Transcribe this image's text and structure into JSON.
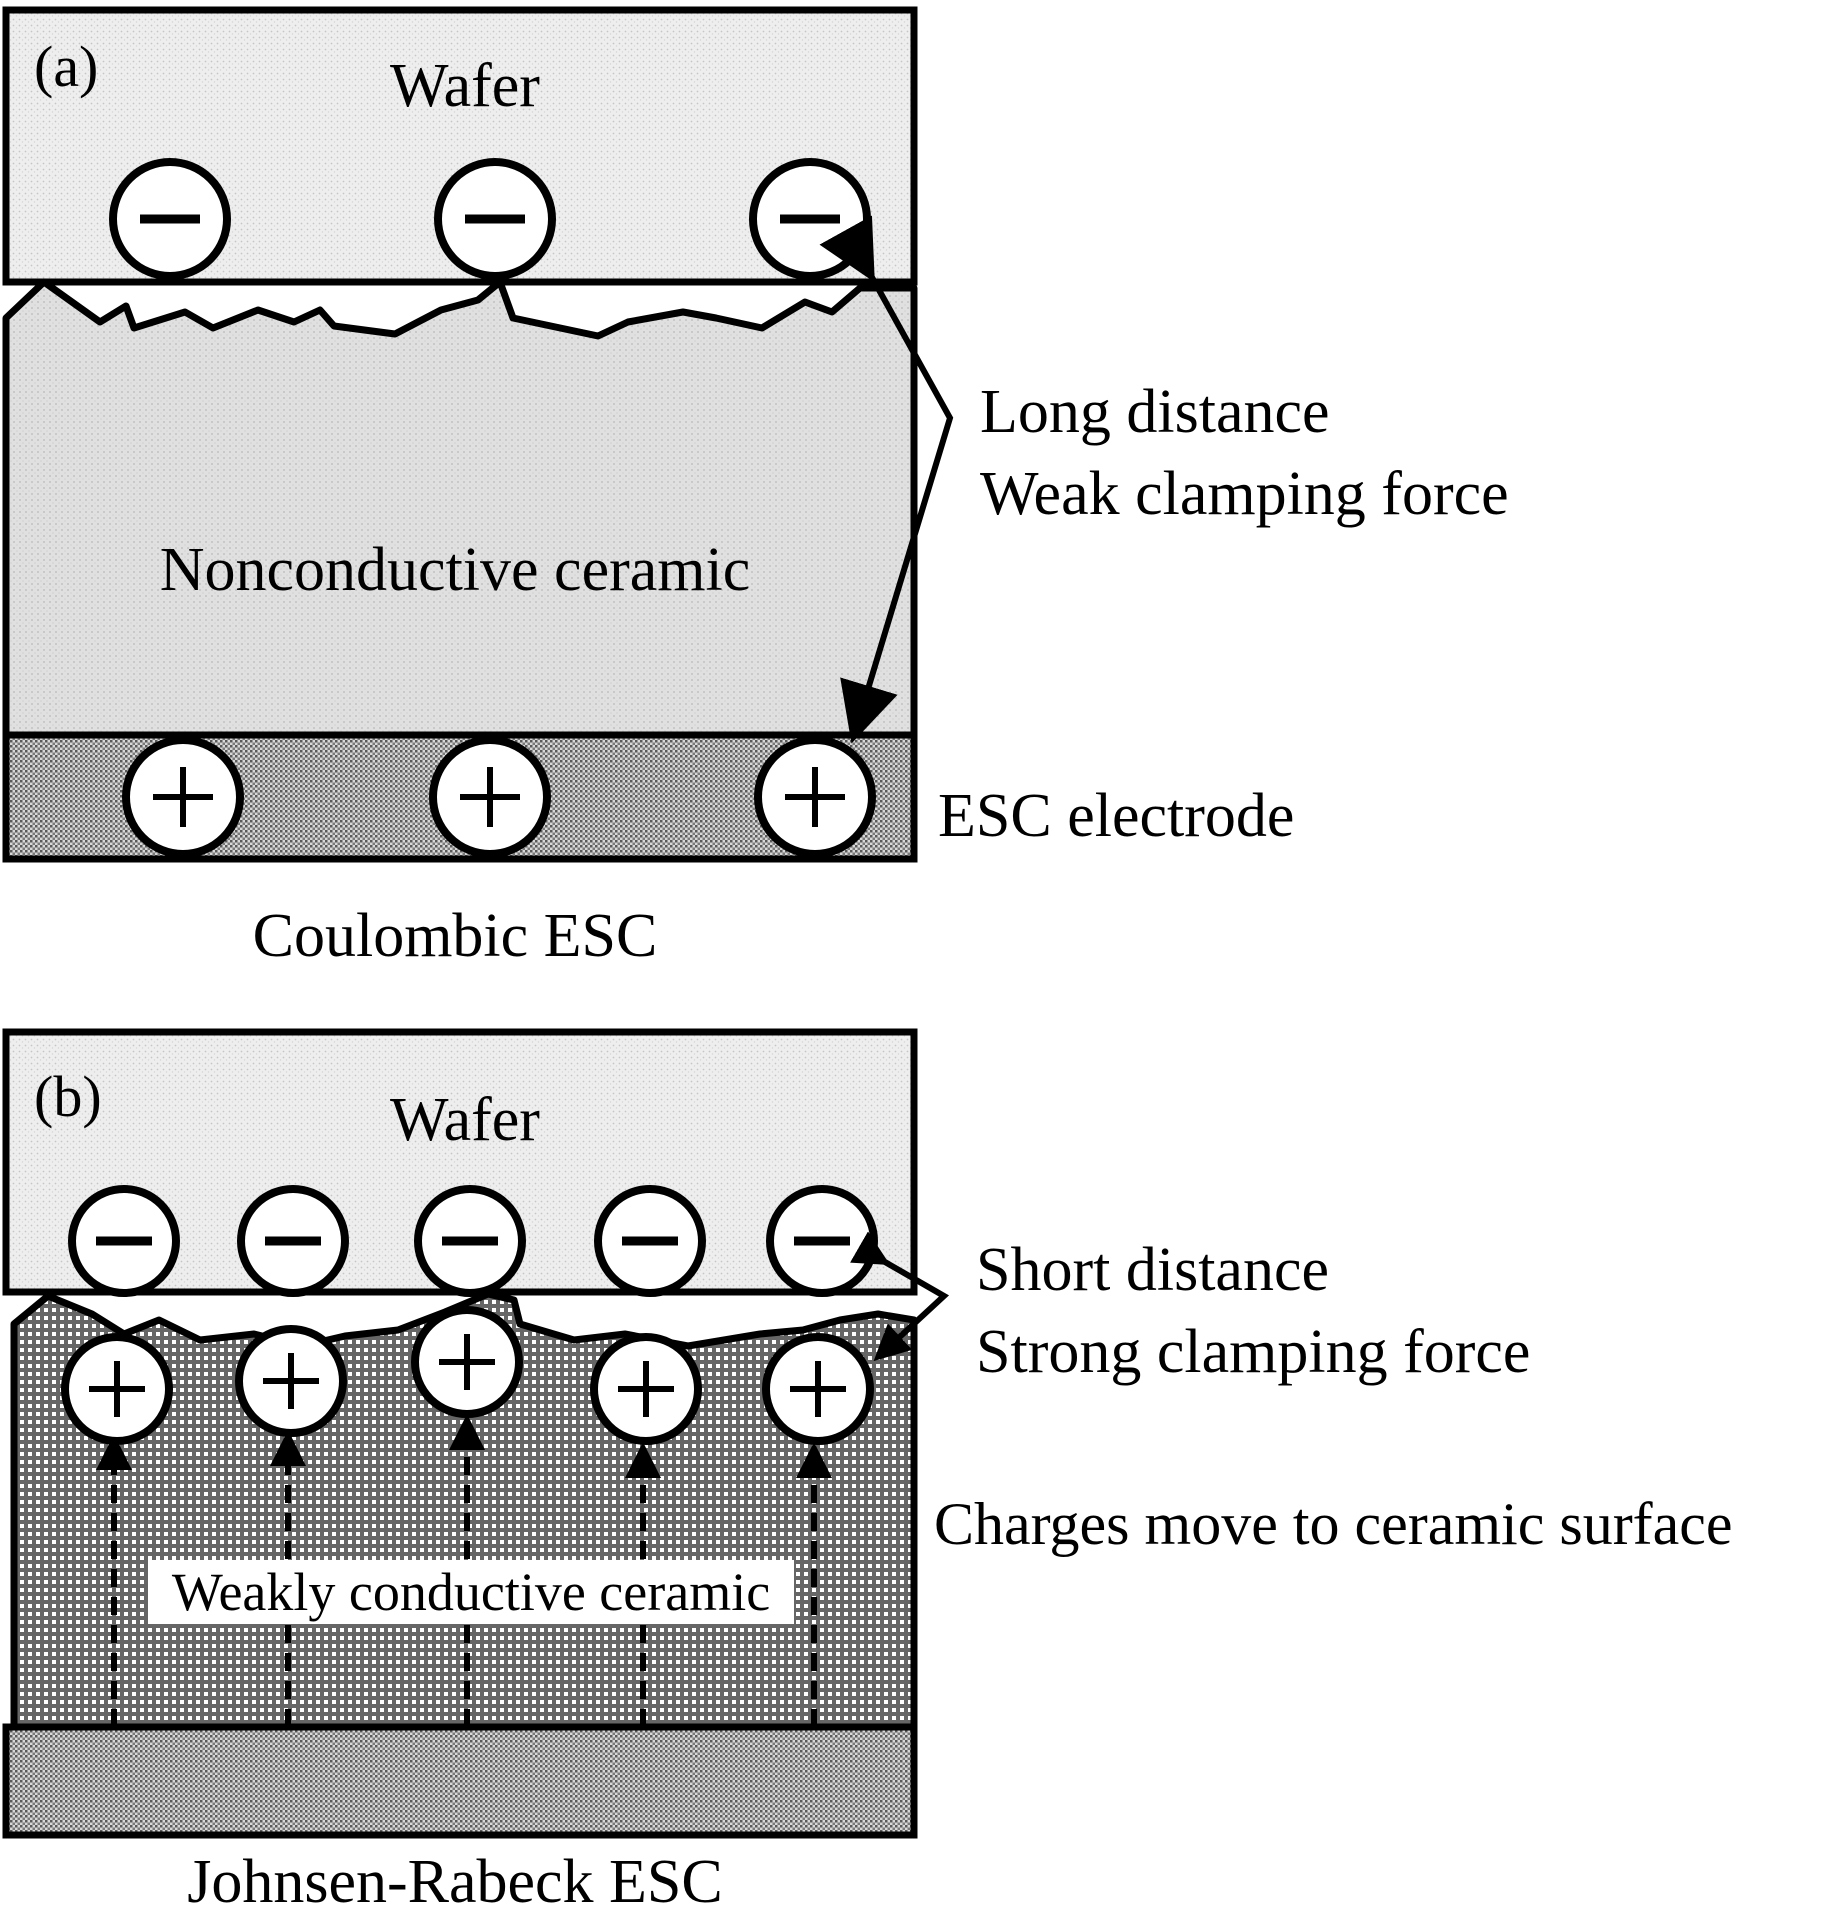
{
  "panel_a": {
    "tag": "(a)",
    "wafer_label": "Wafer",
    "ceramic_label": "Nonconductive ceramic",
    "electrode_label": "ESC electrode",
    "annotation_line1": "Long distance",
    "annotation_line2": "Weak clamping force",
    "caption": "Coulombic ESC",
    "negative_charge_count": 3,
    "positive_charge_count": 3
  },
  "panel_b": {
    "tag": "(b)",
    "wafer_label": "Wafer",
    "ceramic_label": "Weakly conductive ceramic",
    "annotation_line1": "Short distance",
    "annotation_line2": "Strong clamping force",
    "charge_note": "Charges move to ceramic surface",
    "caption": "Johnsen-Rabeck ESC",
    "negative_charge_count": 5,
    "positive_charge_count": 5
  },
  "symbols": {
    "negative": "minus-sign-icon",
    "positive": "plus-sign-icon"
  }
}
